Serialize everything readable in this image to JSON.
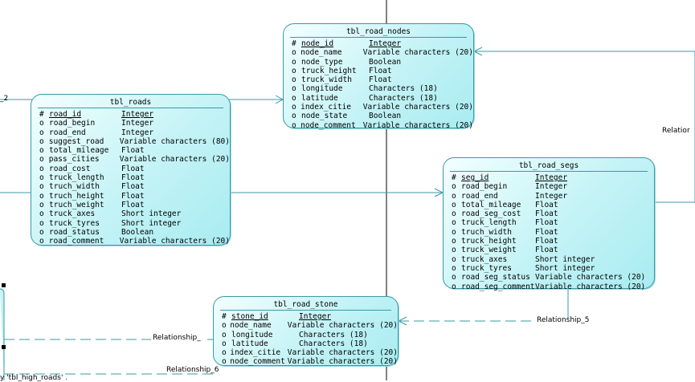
{
  "entities": [
    {
      "id": "tbl_road_nodes",
      "title": "tbl_road_nodes",
      "columns": [
        {
          "marker": "#",
          "name": "node_id",
          "type": "Integer",
          "pk": true
        },
        {
          "marker": "o",
          "name": "node_name",
          "type": "Variable characters (20)"
        },
        {
          "marker": "o",
          "name": "node_type",
          "type": "Boolean"
        },
        {
          "marker": "o",
          "name": "truck_height",
          "type": "Float"
        },
        {
          "marker": "o",
          "name": "truck_width",
          "type": "Float"
        },
        {
          "marker": "o",
          "name": "longitude",
          "type": "Characters (18)"
        },
        {
          "marker": "o",
          "name": "latitude",
          "type": "Characters (18)"
        },
        {
          "marker": "o",
          "name": "index_citie",
          "type": "Variable characters (20)"
        },
        {
          "marker": "o",
          "name": "node_state",
          "type": "Boolean"
        },
        {
          "marker": "o",
          "name": "node_comment",
          "type": "Variable characters (20)"
        }
      ]
    },
    {
      "id": "tbl_roads",
      "title": "tbl_roads",
      "columns": [
        {
          "marker": "#",
          "name": "road_id",
          "type": "Integer",
          "pk": true
        },
        {
          "marker": "o",
          "name": "road_begin",
          "type": "Integer"
        },
        {
          "marker": "o",
          "name": "road_end",
          "type": "Integer"
        },
        {
          "marker": "o",
          "name": "suggest_road",
          "type": "Variable characters (80)"
        },
        {
          "marker": "o",
          "name": "total_mileage",
          "type": "Float"
        },
        {
          "marker": "o",
          "name": "pass_cities",
          "type": "Variable characters (20)"
        },
        {
          "marker": "o",
          "name": "road_cost",
          "type": "Float"
        },
        {
          "marker": "o",
          "name": "truck_length",
          "type": "Float"
        },
        {
          "marker": "o",
          "name": "truch_width",
          "type": "Float"
        },
        {
          "marker": "o",
          "name": "truch_height",
          "type": "Float"
        },
        {
          "marker": "o",
          "name": "truch_weight",
          "type": "Float"
        },
        {
          "marker": "o",
          "name": "truck_axes",
          "type": "Short integer"
        },
        {
          "marker": "o",
          "name": "truck_tyres",
          "type": "Short integer"
        },
        {
          "marker": "o",
          "name": "road_status",
          "type": "Boolean"
        },
        {
          "marker": "o",
          "name": "road_comment",
          "type": "Variable characters (20)"
        }
      ]
    },
    {
      "id": "tbl_road_segs",
      "title": "tbl_road_segs",
      "columns": [
        {
          "marker": "#",
          "name": "seg_id",
          "type": "Integer",
          "pk": true
        },
        {
          "marker": "o",
          "name": "road_begin",
          "type": "Integer"
        },
        {
          "marker": "o",
          "name": "road_end",
          "type": "Integer"
        },
        {
          "marker": "o",
          "name": "total_mileage",
          "type": "Float"
        },
        {
          "marker": "o",
          "name": "road_seg_cost",
          "type": "Float"
        },
        {
          "marker": "o",
          "name": "truck_length",
          "type": "Float"
        },
        {
          "marker": "o",
          "name": "truch_width",
          "type": "Float"
        },
        {
          "marker": "o",
          "name": "truck_height",
          "type": "Float"
        },
        {
          "marker": "o",
          "name": "truck_weight",
          "type": "Float"
        },
        {
          "marker": "o",
          "name": "truck_axes",
          "type": "Short integer"
        },
        {
          "marker": "o",
          "name": "truck_tyres",
          "type": "Short integer"
        },
        {
          "marker": "o",
          "name": "road_seg_status",
          "type": "Variable characters (20)"
        },
        {
          "marker": "o",
          "name": "road_seg_comment",
          "type": "Variable characters (20)"
        }
      ]
    },
    {
      "id": "tbl_road_stone",
      "title": "tbl_road_stone",
      "columns": [
        {
          "marker": "#",
          "name": "stone_id",
          "type": "Integer",
          "pk": true
        },
        {
          "marker": "o",
          "name": "node_name",
          "type": "Variable characters (20)"
        },
        {
          "marker": "o",
          "name": "longitude",
          "type": "Characters (18)"
        },
        {
          "marker": "o",
          "name": "latitude",
          "type": "Characters (18)"
        },
        {
          "marker": "o",
          "name": "index_citie",
          "type": "Variable characters (20)"
        },
        {
          "marker": "o",
          "name": "node_comment",
          "type": "Variable characters (20)"
        }
      ]
    }
  ],
  "relationship_labels": {
    "left_top": "_2",
    "right": "Relatior",
    "r5": "Relationship_5",
    "r_stone": "Relationship_",
    "r6": "Relationship_6",
    "bottom_left": "y 'tbl_high_roads' ."
  },
  "colors": {
    "entity_border": "#3a9aa6",
    "entity_fill_light": "#f3ffff",
    "entity_fill_dark": "#a8ecf1",
    "line": "#3a9aa6",
    "separator": "#000000"
  }
}
